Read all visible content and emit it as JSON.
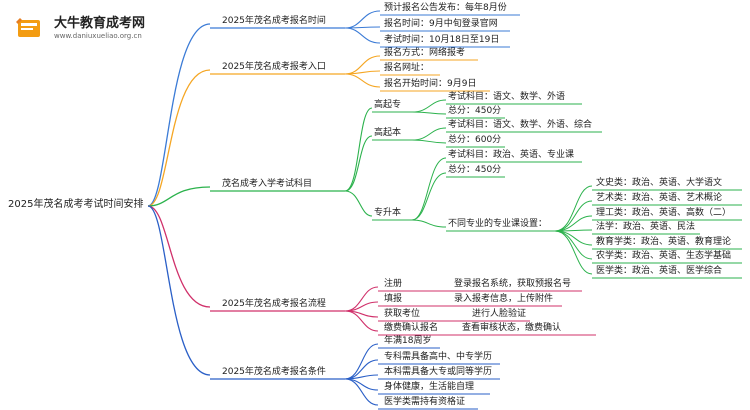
{
  "logo": {
    "title": "大牛教育成考网",
    "url": "www.daniuxueliao.org.cn"
  },
  "root": "2025年茂名成考考试时间安排",
  "branches": {
    "time": {
      "label": "2025年茂名成考报名时间",
      "items": [
        "预计报名公告发布：每年8月份",
        "报名时间：9月中旬登录官网",
        "考试时间：10月18日至19日"
      ]
    },
    "entry": {
      "label": "2025年茂名成考报考入口",
      "items": [
        "报名方式：网络报考",
        "报名网址：",
        "报名开始时间：9月9日"
      ]
    },
    "subjects": {
      "label": "茂名成考入学考试科目",
      "gqz": {
        "label": "高起专",
        "items": [
          "考试科目：语文、数学、外语",
          "总分：450分"
        ]
      },
      "gqb": {
        "label": "高起本",
        "items": [
          "考试科目：语文、数学、外语、综合",
          "总分：600分"
        ]
      },
      "zsb": {
        "label": "专升本",
        "items": [
          "考试科目：政治、英语、专业课",
          "总分：450分"
        ],
        "major": {
          "label": "不同专业的专业课设置：",
          "items": [
            "文史类：政治、英语、大学语文",
            "艺术类：政治、英语、艺术概论",
            "理工类：政治、英语、高数（二）",
            "法学：政治、英语、民法",
            "教育学类：政治、英语、教育理论",
            "农学类：政治、英语、生态学基础",
            "医学类：政治、英语、医学综合"
          ]
        }
      }
    },
    "process": {
      "label": "2025年茂名成考报名流程",
      "steps": [
        {
          "name": "注册",
          "desc": "登录报名系统，获取预报名号"
        },
        {
          "name": "填报",
          "desc": "录入报考信息，上传附件"
        },
        {
          "name": "获取考位",
          "desc": "进行人脸验证"
        },
        {
          "name": "缴费确认报名",
          "desc": "查看审核状态，缴费确认"
        }
      ]
    },
    "conditions": {
      "label": "2025年茂名成考报名条件",
      "items": [
        "年满18周岁",
        "专科需具备高中、中专学历",
        "本科需具备大专或同等学历",
        "身体健康，生活能自理",
        "医学类需持有资格证"
      ]
    }
  },
  "colors": {
    "time": "#3b7bd6",
    "entry": "#f5a623",
    "subjects": "#2bb24c",
    "process": "#d0306a",
    "conditions": "#2a5fc7",
    "logo": "#f39c12"
  }
}
